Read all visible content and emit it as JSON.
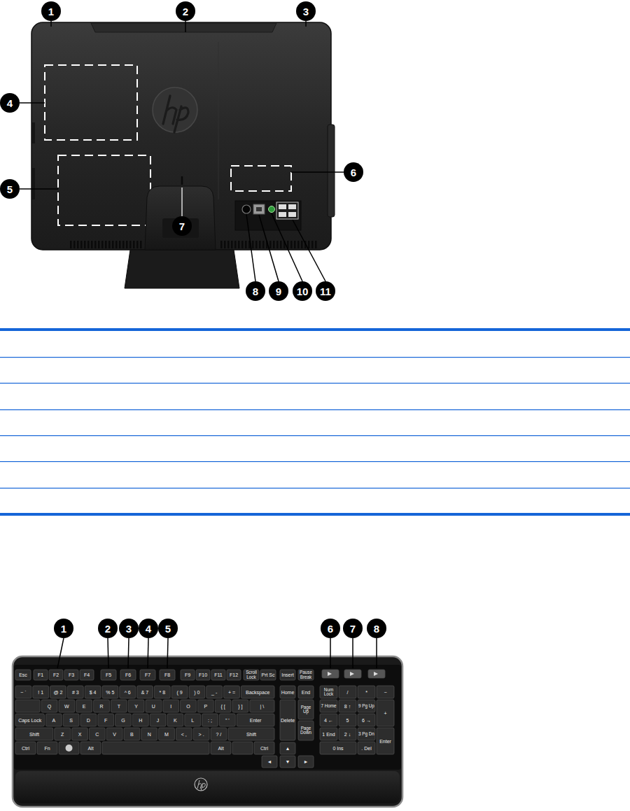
{
  "diagram": {
    "labels": [
      "1",
      "2",
      "3",
      "4",
      "5",
      "6",
      "7",
      "8",
      "9",
      "10",
      "11",
      "1",
      "2",
      "3",
      "4",
      "5",
      "6",
      "7",
      "8",
      "Esc",
      "F1",
      "F2",
      "F3",
      "F4",
      "F5",
      "F6",
      "F7",
      "F8",
      "F9",
      "F10",
      "F11",
      "F12",
      "Scroll Lock",
      "Prt Sc",
      "Insert",
      "Pause Break",
      "~ `",
      "! 1",
      "@ 2",
      "# 3",
      "$ 4",
      "% 5",
      "^ 6",
      "& 7",
      "* 8",
      "( 9",
      ") 0",
      "_ -",
      "+ =",
      "Backspace",
      "Q",
      "W",
      "E",
      "R",
      "T",
      "Y",
      "U",
      "I",
      "O",
      "P",
      "{ [",
      "} ]",
      "| \\",
      "Caps Lock",
      "A",
      "S",
      "D",
      "F",
      "G",
      "H",
      "J",
      "K",
      "L",
      ": ;",
      "\" '",
      "Enter",
      "Shift",
      "Z",
      "X",
      "C",
      "V",
      "B",
      "N",
      "M",
      "< ,",
      "> .",
      "? /",
      "Shift",
      "Ctrl",
      "Fn",
      "Alt",
      "Alt",
      "Ctrl",
      "Home",
      "End",
      "Delete",
      "Page Up",
      "Page Down",
      "▲",
      "◄",
      "▼",
      "►",
      "Num Lock",
      "/",
      "*",
      "−",
      "7 Home",
      "8 ↑",
      "9 Pg Up",
      "+",
      "4 ←",
      "5",
      "6 →",
      "1 End",
      "2 ↓",
      "3 Pg Dn",
      "Enter",
      "0 Ins",
      ". Del"
    ]
  }
}
